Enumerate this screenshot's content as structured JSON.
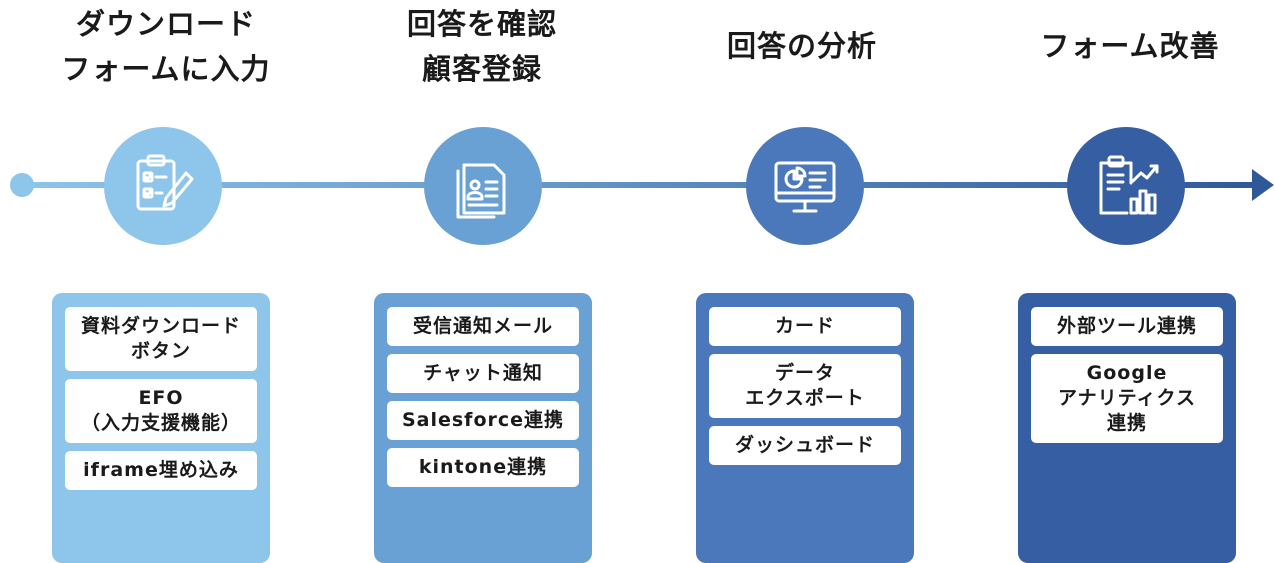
{
  "colors": {
    "stage1": "#8ec5ea",
    "stage2": "#6aa1d5",
    "stage3": "#4a78ba",
    "stage4": "#365ea3",
    "line_start": "#8ec5ea",
    "line_end": "#2f5899"
  },
  "stages": [
    {
      "title_lines": [
        "ダウンロード",
        "フォームに入力"
      ],
      "icon": "clipboard-checklist-pencil-icon",
      "items": [
        {
          "lines": [
            "資料ダウンロード",
            "ボタン"
          ]
        },
        {
          "lines": [
            "EFO",
            "（入力支援機能）"
          ]
        },
        {
          "lines": [
            "iframe埋め込み"
          ]
        }
      ]
    },
    {
      "title_lines": [
        "回答を確認",
        "顧客登録"
      ],
      "icon": "customer-document-icon",
      "items": [
        {
          "lines": [
            "受信通知メール"
          ]
        },
        {
          "lines": [
            "チャット通知"
          ]
        },
        {
          "lines": [
            "Salesforce連携"
          ]
        },
        {
          "lines": [
            "kintone連携"
          ]
        }
      ]
    },
    {
      "title_lines": [
        "回答の分析"
      ],
      "icon": "monitor-pie-chart-icon",
      "items": [
        {
          "lines": [
            "カード"
          ]
        },
        {
          "lines": [
            "データ",
            "エクスポート"
          ]
        },
        {
          "lines": [
            "ダッシュボード"
          ]
        }
      ]
    },
    {
      "title_lines": [
        "フォーム改善"
      ],
      "icon": "report-growth-chart-icon",
      "items": [
        {
          "lines": [
            "外部ツール連携"
          ]
        },
        {
          "lines": [
            "Google",
            "アナリティクス",
            "連携"
          ]
        }
      ]
    }
  ]
}
